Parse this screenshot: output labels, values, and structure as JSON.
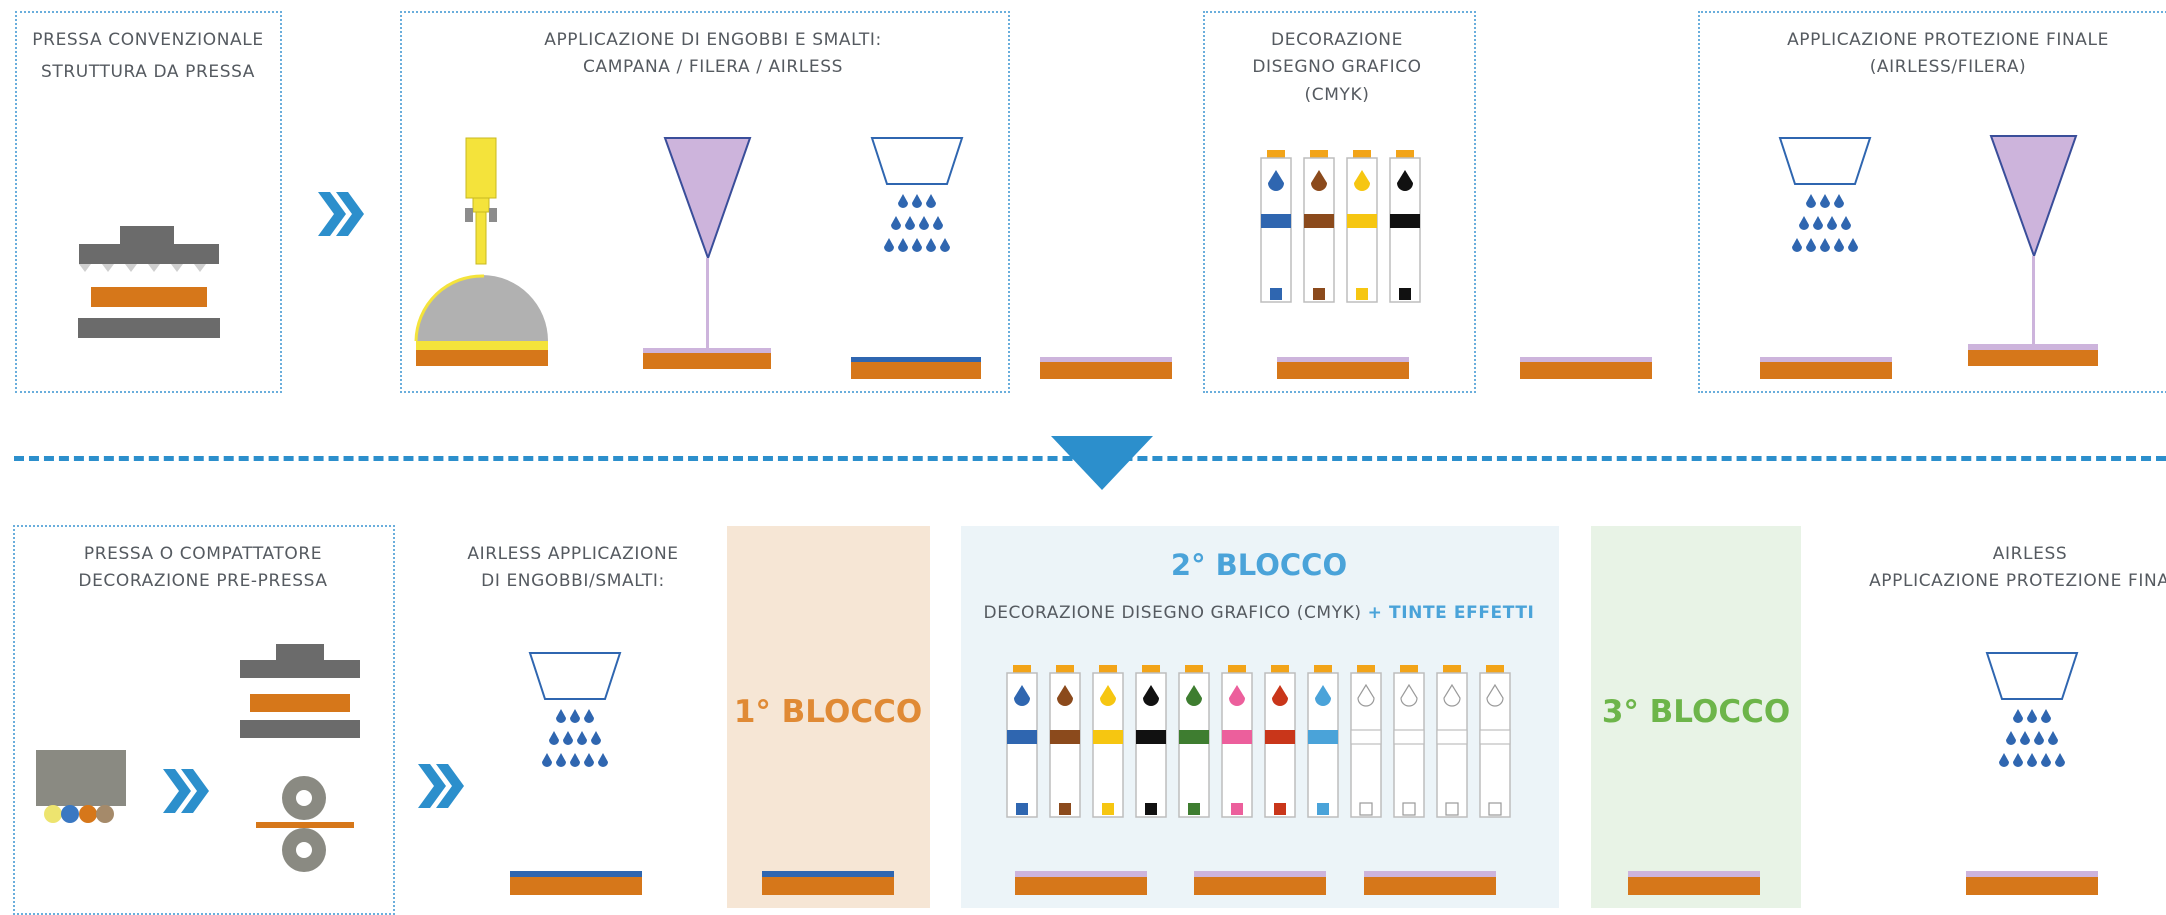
{
  "colors": {
    "border_dotted": "#6aaedc",
    "accent_blue": "#2c8fcc",
    "orange": "#d6771a",
    "gray": "#6b6b6b",
    "lilac": "#cdb4dc",
    "cyan": "#2f66b0",
    "magenta": "#ec5f9c",
    "yellow": "#f6c611",
    "black": "#111111",
    "block1_bg": "#f6e6d5",
    "block2_bg": "#ecf4f8",
    "block3_bg": "#e8f3e6",
    "block1_text": "#e08a35",
    "block2_text": "#4aa3d9",
    "block3_text": "#6db54a"
  },
  "top": {
    "press": [
      "PRESSA CONVENZIONALE",
      "STRUTTURA DA PRESSA"
    ],
    "engobbi": [
      "APPLICAZIONE DI ENGOBBI E SMALTI:",
      "CAMPANA / FILERA / AIRLESS"
    ],
    "decorazione": [
      "DECORAZIONE",
      "DISEGNO GRAFICO",
      "(CMYK)"
    ],
    "protezione": [
      "APPLICAZIONE PROTEZIONE FINALE",
      "(AIRLESS/FILERA)"
    ]
  },
  "bottom": {
    "press": [
      "PRESSA O COMPATTATORE",
      "DECORAZIONE PRE-PRESSA"
    ],
    "airless": [
      "AIRLESS APPLICAZIONE",
      "DI ENGOBBI/SMALTI:"
    ],
    "block1": "1° BLOCCO",
    "block2": "2° BLOCCO",
    "block2_sub": "DECORAZIONE DISEGNO GRAFICO (CMYK)",
    "block2_sub_extra": "+ TINTE EFFETTI",
    "block3": "3° BLOCCO",
    "final": [
      "AIRLESS",
      "APPLICAZIONE PROTEZIONE FINALE"
    ]
  },
  "icons": {
    "flow": "chevron-double-right-icon",
    "down": "triangle-down-icon",
    "spray": "spray-nozzle-icon",
    "bell": "bell-applicator-icon",
    "filera": "filera-funnel-icon",
    "press": "press-icon",
    "roller": "roller-compactor-icon",
    "cartridge": "ink-cartridge-icon"
  }
}
